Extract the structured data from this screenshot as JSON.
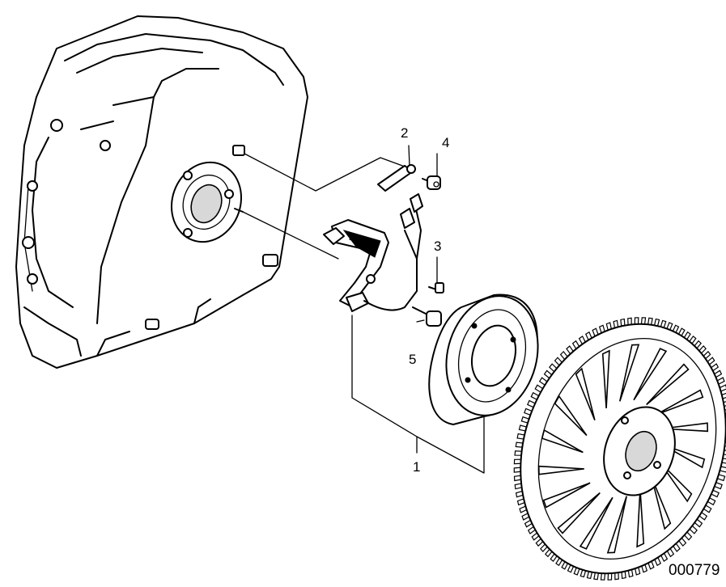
{
  "callouts": [
    {
      "id": "1",
      "text": "1"
    },
    {
      "id": "2",
      "text": "2"
    },
    {
      "id": "3",
      "text": "3"
    },
    {
      "id": "4",
      "text": "4"
    },
    {
      "id": "5",
      "text": "5"
    }
  ],
  "drawing_code": "000779",
  "parts_shown": [
    "crankcase-cover",
    "charge-coil",
    "rotor",
    "flywheel",
    "wire-clamp",
    "screw",
    "bolt",
    "nut"
  ]
}
